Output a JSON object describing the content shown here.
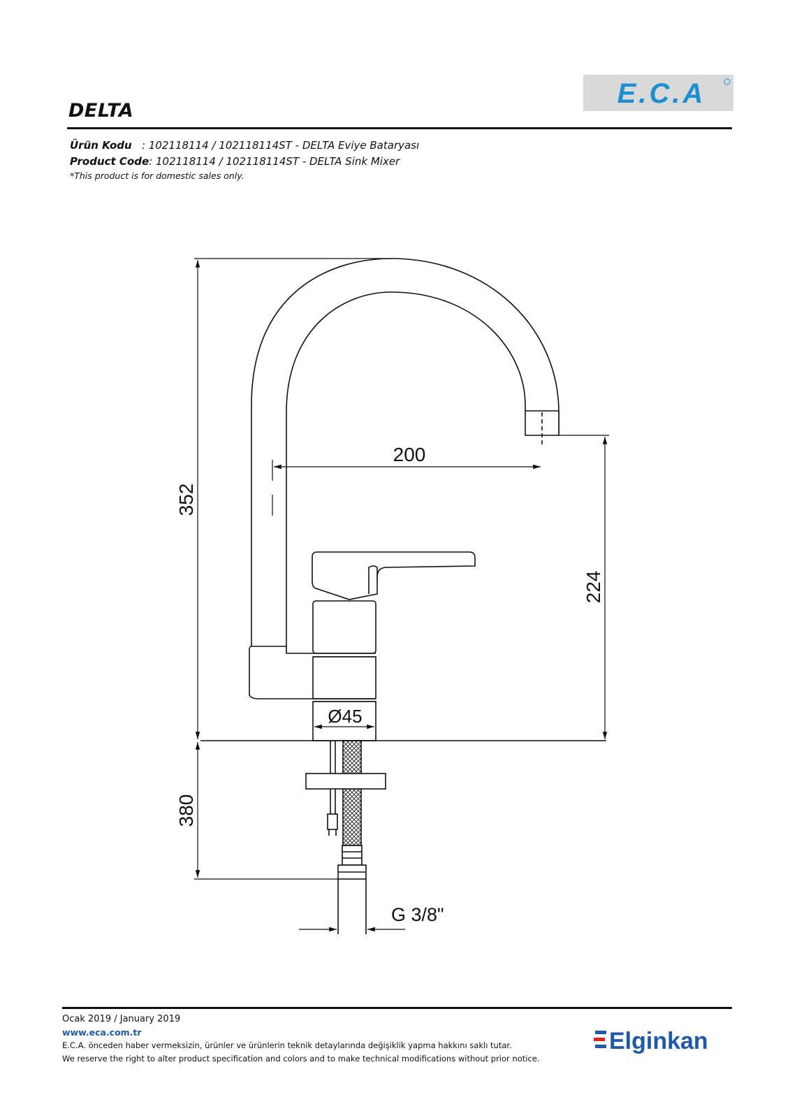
{
  "header": {
    "title": "DELTA",
    "eca_logo_text": "E.C.A",
    "eca_logo_color": "#1d8fd1",
    "eca_logo_bg": "#d9d9d9",
    "urun_kodu_label": "Ürün Kodu",
    "urun_kodu_value": "   : 102118114 / 102118114ST - DELTA Eviye Bataryası",
    "product_code_label": "Product Code",
    "product_code_value": ": 102118114 / 102118114ST - DELTA Sink Mixer",
    "domestic_note": "*This product is for domestic sales only."
  },
  "drawing": {
    "dim_total_height": "352",
    "dim_spout_reach": "200",
    "dim_spout_height": "224",
    "dim_base_diameter": "Ø45",
    "dim_hose_length": "380",
    "dim_connection": "G 3/8\""
  },
  "footer": {
    "date": "Ocak 2019 / January 2019",
    "website": "www.eca.com.tr",
    "disclaimer_tr": "E.C.A. önceden haber vermeksizin, ürünler ve ürünlerin teknik detaylarında değişiklik yapma hakkını saklı tutar.",
    "disclaimer_en": "We reserve the right to alter product specification and colors and to make technical modifications without prior notice.",
    "brand_logo_text": "Elginkan",
    "brand_color": "#1f5aa8",
    "brand_accent_color": "#e2231a"
  }
}
